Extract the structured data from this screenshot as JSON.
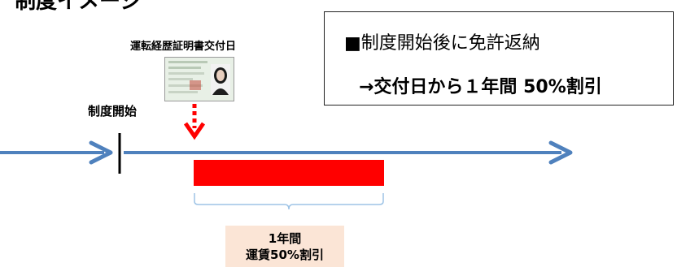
{
  "title": "制度イメージ",
  "info_box": {
    "line1": "■制度開始後に免許返納",
    "line2": "→交付日から１年間 50%割引"
  },
  "license_label": "運転経歴証明書交付日",
  "start_label": "制度開始",
  "discount": {
    "line1": "1年間",
    "line2": "運賃50%割引"
  },
  "colors": {
    "timeline": "#4f81bd",
    "discount_bar": "#ff0000",
    "dotted_arrow": "#ff0000",
    "brace": "#9dc3e6",
    "discount_bg": "#fbe5d6"
  },
  "icons": {
    "license_card": "license-card-icon"
  }
}
